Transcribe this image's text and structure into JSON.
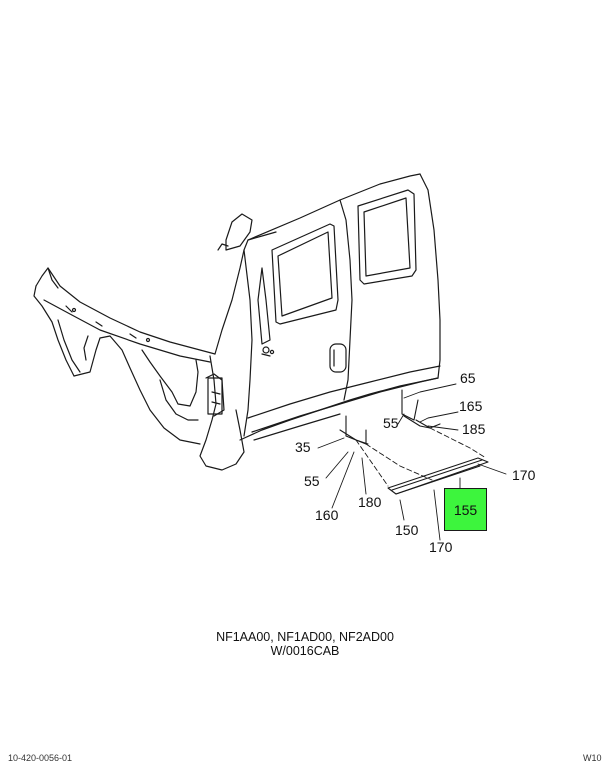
{
  "callouts": {
    "c65": "65",
    "c165": "165",
    "c185": "185",
    "c55_right": "55",
    "c35": "35",
    "c170_right": "170",
    "c55_left": "55",
    "c180": "180",
    "c160": "160",
    "c150": "150",
    "c170_bottom": "170",
    "c155": "155"
  },
  "caption": {
    "line1": "NF1AA00, NF1AD00, NF2AD00",
    "line2": "W/0016CAB"
  },
  "footer": {
    "left": "10-420-0056-01",
    "right": "W10"
  },
  "colors": {
    "highlight": "#3df53d",
    "line": "#1a1a1a"
  }
}
